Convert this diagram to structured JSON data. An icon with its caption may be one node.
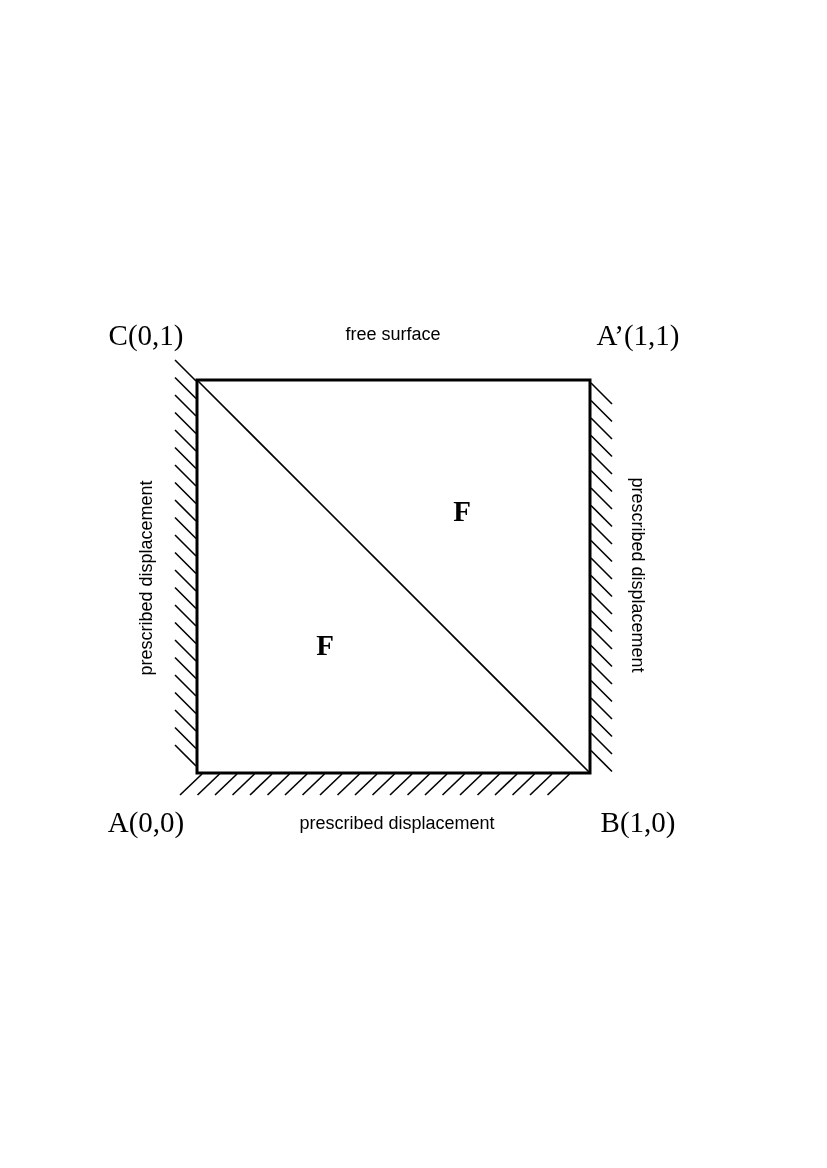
{
  "diagram": {
    "labels": [
      "C(0,1)",
      "free surface",
      "A’(1,1)",
      "prescribed displacement",
      "F",
      "F",
      "prescribed displacement",
      "A(0,0)",
      "prescribed displacement",
      "B(1,0)"
    ]
  }
}
